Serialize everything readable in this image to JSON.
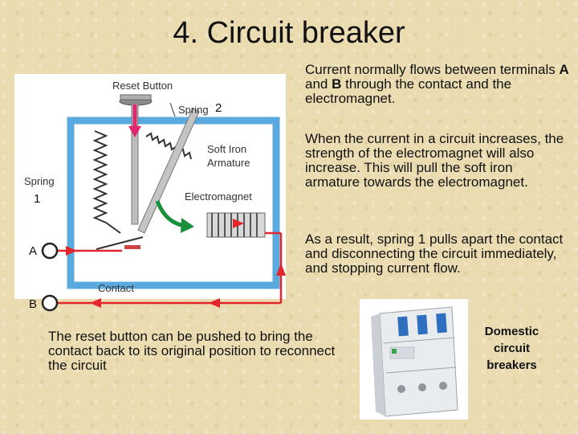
{
  "title": "4. Circuit breaker",
  "paragraph1": {
    "before_a": "Current normally flows between terminals ",
    "a": "A",
    "mid": " and ",
    "b": "B",
    "after_b": " through the contact and the electromagnet."
  },
  "paragraph2": "When the current in a circuit increases, the strength of the electromagnet will also increase. This will pull the soft iron armature towards the electromagnet.",
  "paragraph3": "As a result, spring 1 pulls apart the contact and disconnecting the circuit immediately, and stopping current flow.",
  "paragraph4": "The reset button can be pushed to bring the contact back to its original position to reconnect the circuit",
  "caption": "Domestic circuit breakers",
  "diagram": {
    "reset_button": "Reset Button",
    "spring_top": "Spring",
    "spring_top_number": "2",
    "spring_left": "Spring",
    "spring_left_number": "1",
    "soft_iron_line1": "Soft Iron",
    "soft_iron_line2": "Armature",
    "electromagnet": "Electromagnet",
    "contact": "Contact",
    "terminal_a": "A",
    "terminal_b": "B",
    "colors": {
      "frame": "#5aa9df",
      "wire": "#e3262b",
      "reset_arrow": "#e0266e",
      "motion_arrow": "#1a8f3c"
    }
  }
}
